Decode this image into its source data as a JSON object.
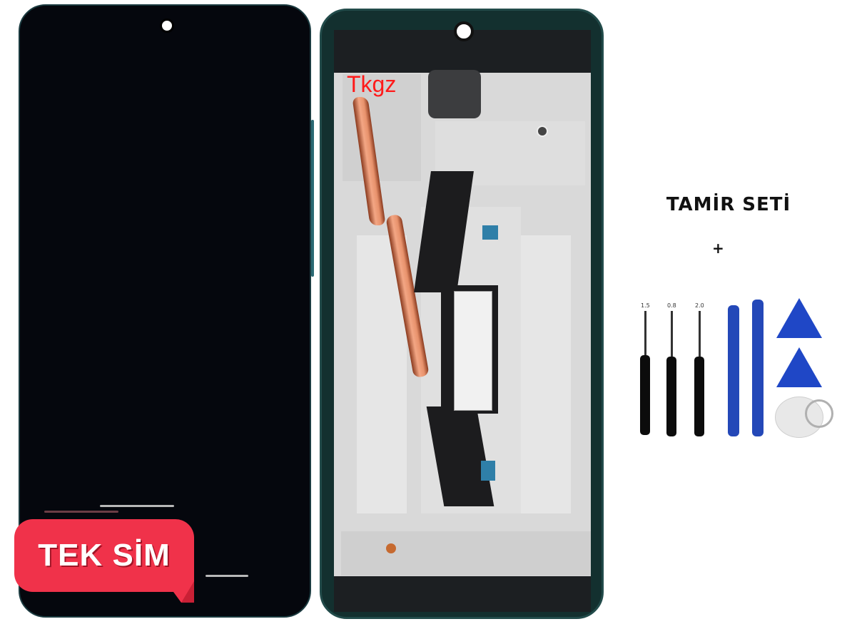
{
  "product": {
    "watermark": "Tkgz",
    "badge_text": "TEK SİM",
    "kit": {
      "title": "TAMİR SETİ",
      "plus": "+",
      "screwdrivers": [
        {
          "bit_label": "1.5"
        },
        {
          "bit_label": "0.8"
        },
        {
          "bit_label": "2.0"
        }
      ],
      "spudgers": 2,
      "picks": 2,
      "suction_cup": 1
    },
    "colors": {
      "badge": "#f0324a",
      "watermark": "#ff1a1a",
      "tool_blue": "#1f47c6",
      "screen": "#05070d",
      "frame": "#13302f"
    }
  }
}
